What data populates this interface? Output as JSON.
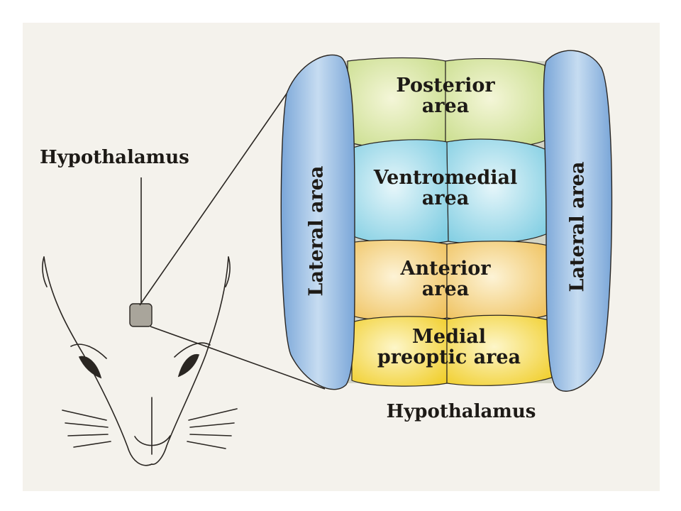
{
  "figure": {
    "top_label": "Hypothalamus",
    "bottom_label": "Hypothalamus"
  },
  "regions": {
    "posterior": {
      "line1": "Posterior",
      "line2": "area",
      "color": "#d8e6a8"
    },
    "ventromedial": {
      "line1": "Ventromedial",
      "line2": "area",
      "color": "#9cd9e8"
    },
    "anterior": {
      "line1": "Anterior",
      "line2": "area",
      "color": "#f3d27a"
    },
    "medial_preoptic": {
      "line1": "Medial",
      "line2": "preoptic area",
      "color": "#f6dc54"
    },
    "lateral_left": {
      "label": "Lateral area",
      "color": "#8fb6e0"
    },
    "lateral_right": {
      "label": "Lateral area",
      "color": "#8fb6e0"
    }
  },
  "colors": {
    "outline": "#1d1a16",
    "background": "#f4f2ec",
    "marker": "#a9a59b"
  }
}
